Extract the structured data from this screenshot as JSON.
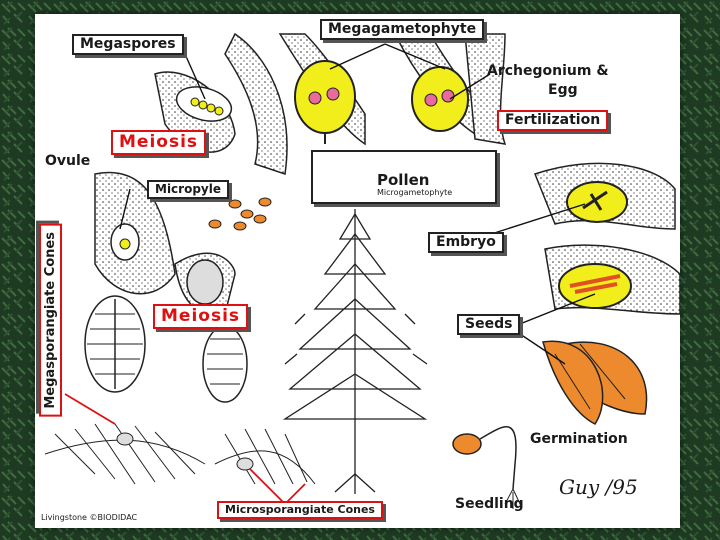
{
  "labels": {
    "megaspores": "Megaspores",
    "megagametophyte": "Megagametophyte",
    "archegonium": "Archegonium &",
    "egg": "Egg",
    "fertilization": "Fertilization",
    "meiosis_top": "Meiosis",
    "ovule": "Ovule",
    "micropyle": "Micropyle",
    "pollen": "Pollen",
    "microgametophyte": "Microgametophyte",
    "embryo": "Embryo",
    "meiosis_mid": "Meiosis",
    "seeds": "Seeds",
    "megasporangiate_cones": "Megasporangiate Cones",
    "germination": "Germination",
    "seedling": "Seedling",
    "microsporangiate_cones": "Microsporangiate Cones",
    "credit": "Livingstone ©BIODIDAC",
    "signature": "Guy /95"
  },
  "colors": {
    "background_foliage": "#1f3d22",
    "gametophyte_yellow": "#f2ee1c",
    "egg_pink": "#e96a9c",
    "pollen_orange": "#e8892a",
    "seed_orange": "#ee8a2e",
    "box_red": "#dd1111"
  }
}
